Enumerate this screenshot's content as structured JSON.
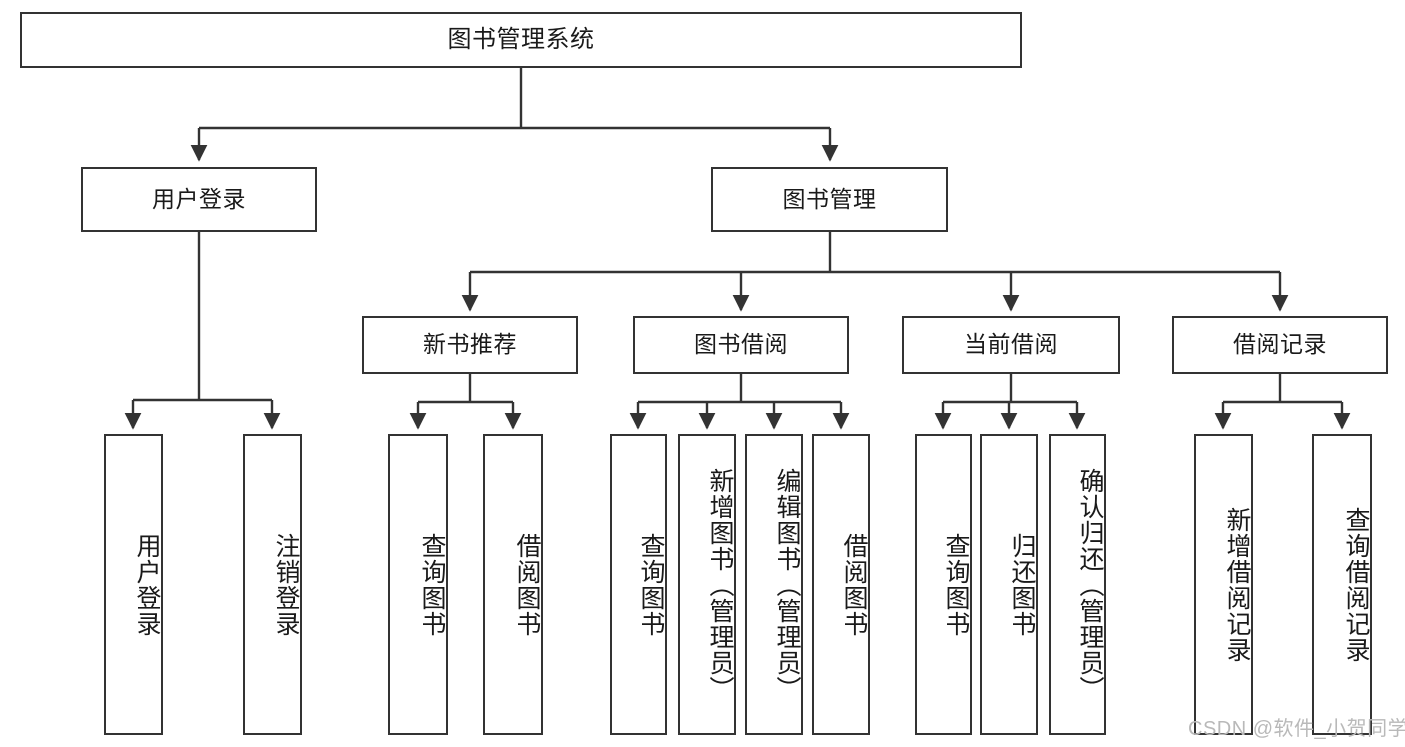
{
  "diagram": {
    "type": "tree-hierarchy-diagram",
    "title": "图书管理系统",
    "watermark": "CSDN @软件_小贺同学",
    "colors": {
      "border": "#333333",
      "background": "#ffffff",
      "text": "#1a1a1a",
      "watermark": "#b9b9b9"
    },
    "levels": {
      "root": {
        "label": "图书管理系统"
      },
      "level2": [
        {
          "label": "用户登录"
        },
        {
          "label": "图书管理"
        }
      ],
      "level3": [
        {
          "label": "新书推荐"
        },
        {
          "label": "图书借阅"
        },
        {
          "label": "当前借阅"
        },
        {
          "label": "借阅记录"
        }
      ],
      "leaves": {
        "user_login": [
          {
            "label": "用户登录"
          },
          {
            "label": "注销登录"
          }
        ],
        "new_book_recommend": [
          {
            "label": "查询图书"
          },
          {
            "label": "借阅图书"
          }
        ],
        "book_borrow": [
          {
            "label": "查询图书"
          },
          {
            "label": "新增图书（管理员）"
          },
          {
            "label": "编辑图书（管理员）"
          },
          {
            "label": "借阅图书"
          }
        ],
        "current_borrow": [
          {
            "label": "查询图书"
          },
          {
            "label": "归还图书"
          },
          {
            "label": "确认归还（管理员）"
          }
        ],
        "borrow_record": [
          {
            "label": "新增借阅记录"
          },
          {
            "label": "查询借阅记录"
          }
        ]
      }
    }
  }
}
